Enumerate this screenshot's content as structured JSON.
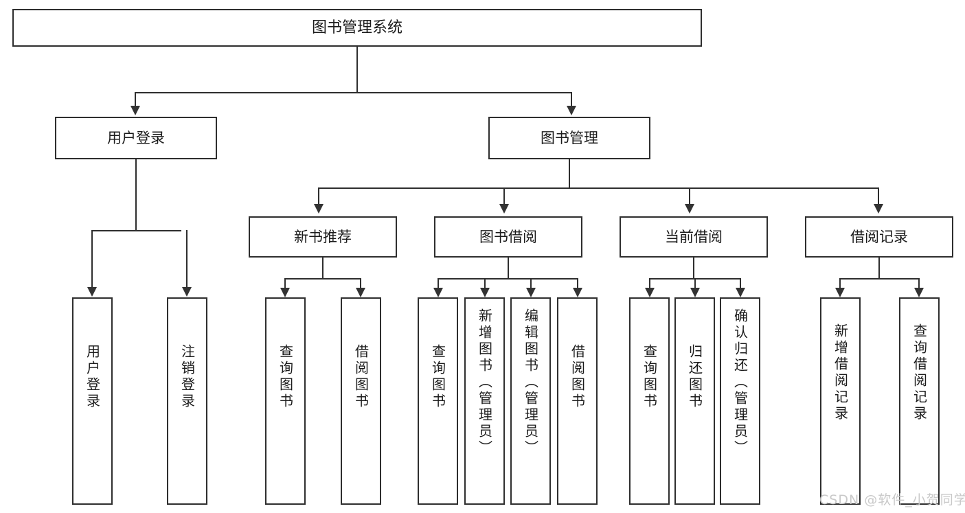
{
  "diagram": {
    "title": "图书管理系统",
    "type": "tree-hierarchy",
    "root": {
      "label": "图书管理系统"
    },
    "level2": [
      {
        "label": "用户登录"
      },
      {
        "label": "图书管理"
      }
    ],
    "level3": [
      {
        "label": "新书推荐"
      },
      {
        "label": "图书借阅"
      },
      {
        "label": "当前借阅"
      },
      {
        "label": "借阅记录"
      }
    ],
    "leaves": {
      "user_login": [
        {
          "label": "用户登录"
        },
        {
          "label": "注销登录"
        }
      ],
      "new_book_recommend": [
        {
          "label": "查询图书"
        },
        {
          "label": "借阅图书"
        }
      ],
      "book_borrow": [
        {
          "label": "查询图书"
        },
        {
          "label": "新增图书（管理员）"
        },
        {
          "label": "编辑图书（管理员）"
        },
        {
          "label": "借阅图书"
        }
      ],
      "current_borrow": [
        {
          "label": "查询图书"
        },
        {
          "label": "归还图书"
        },
        {
          "label": "确认归还（管理员）"
        }
      ],
      "borrow_record": [
        {
          "label": "新增借阅记录"
        },
        {
          "label": "查询借阅记录"
        }
      ]
    }
  },
  "watermark": {
    "text": "CSDN @软件_小贺同学"
  },
  "colors": {
    "stroke": "#2e2e2e",
    "background": "#ffffff",
    "text": "#1b1b1b",
    "watermark": "#c9c9c9"
  }
}
